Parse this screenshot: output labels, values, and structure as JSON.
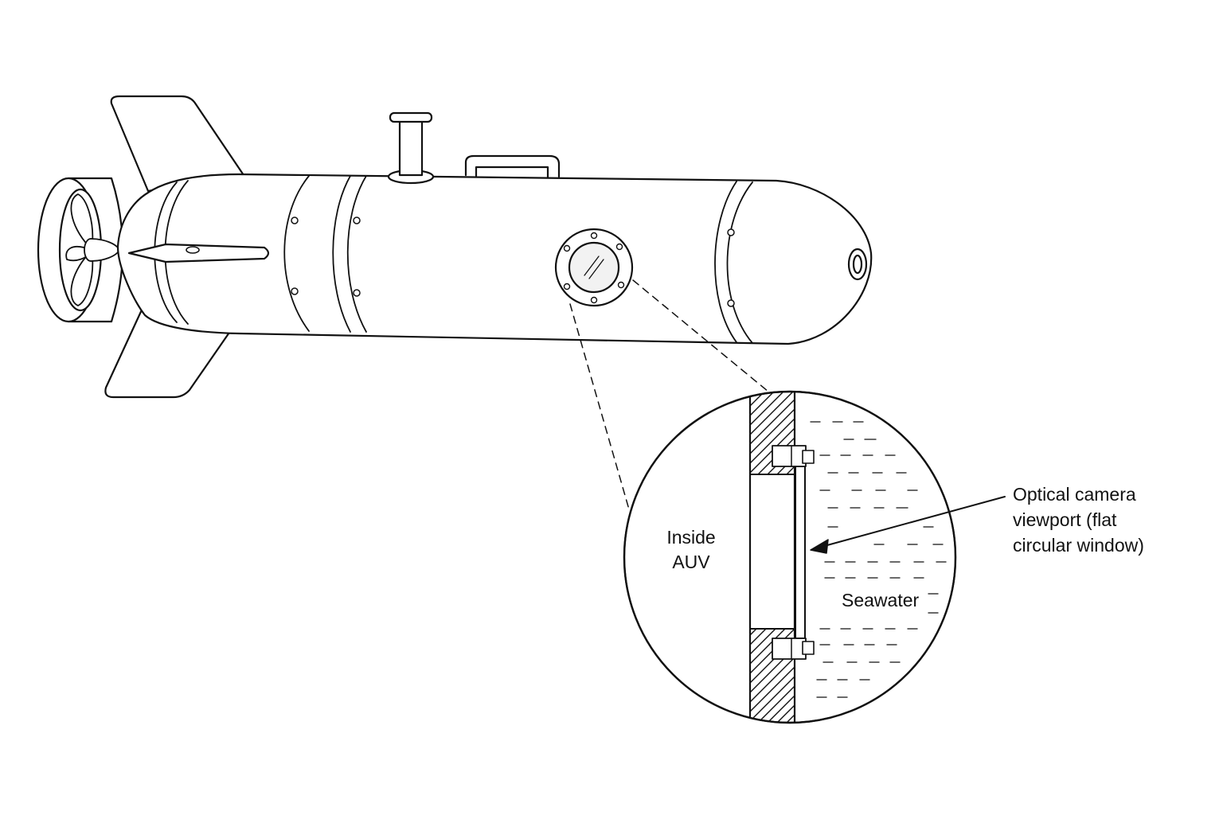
{
  "labels": {
    "inside": [
      "Inside",
      "AUV"
    ],
    "seawater": "Seawater",
    "callout": [
      "Optical camera",
      "viewport (flat",
      "circular window)"
    ]
  },
  "colors": {
    "stroke": "#111111",
    "background": "#ffffff",
    "window_glass": "#f2f2f2"
  }
}
